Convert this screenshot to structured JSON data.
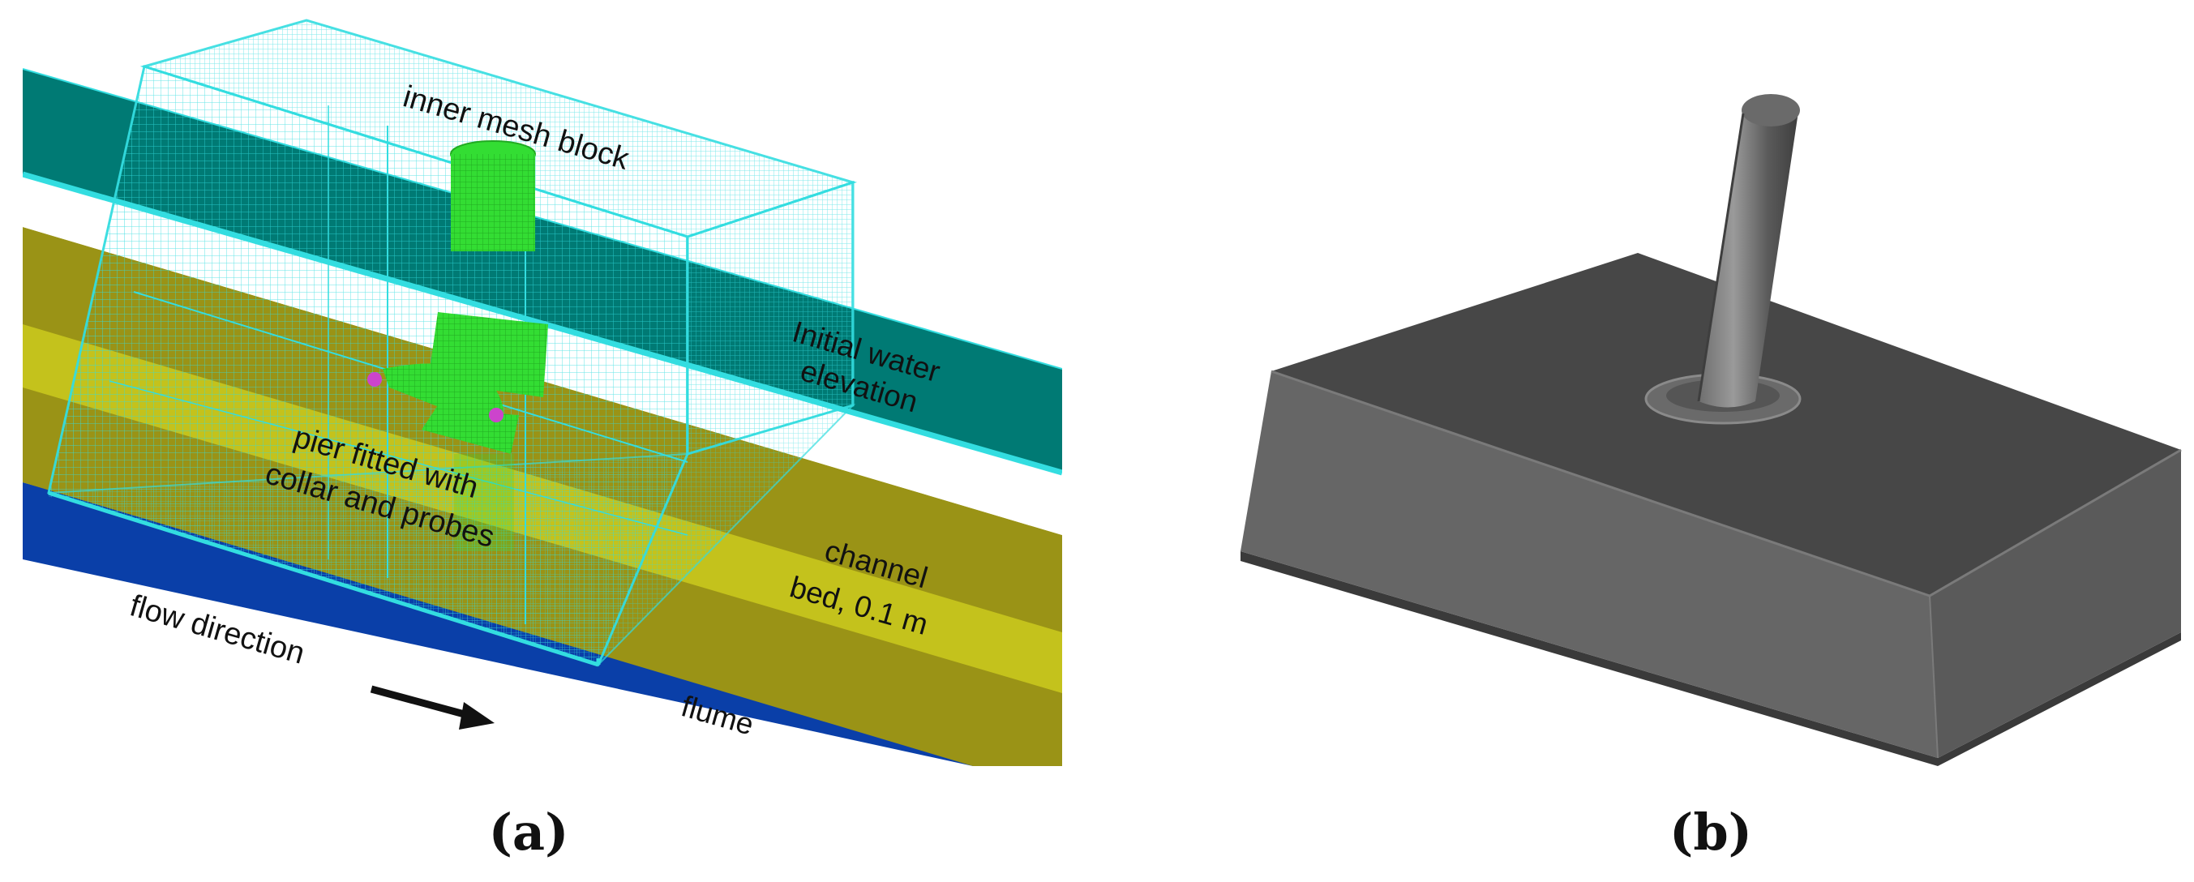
{
  "panel_a": {
    "caption": "(a)",
    "labels": {
      "inner_mesh_block": "inner mesh block",
      "initial_water_line1": "Initial water",
      "initial_water_line2": "elevation",
      "pier_line1": "pier fitted with",
      "pier_line2": "collar and probes",
      "channel_line1": "channel",
      "channel_line2": "bed, 0.1 m",
      "flow_direction": "flow direction",
      "flume": "flume"
    }
  },
  "panel_b": {
    "caption": "(b)"
  },
  "colors": {
    "water_band": "#007a74",
    "channel_bed": "#9a9316",
    "channel_bed_light": "#c4c21c",
    "flume": "#0a3fa8",
    "mesh": "#33dde0",
    "pier": "#33dd33",
    "probe": "#cc44cc",
    "block_top": "#4a4a4a",
    "block_side": "#666666",
    "pier_grey": "#7a7a7a"
  }
}
